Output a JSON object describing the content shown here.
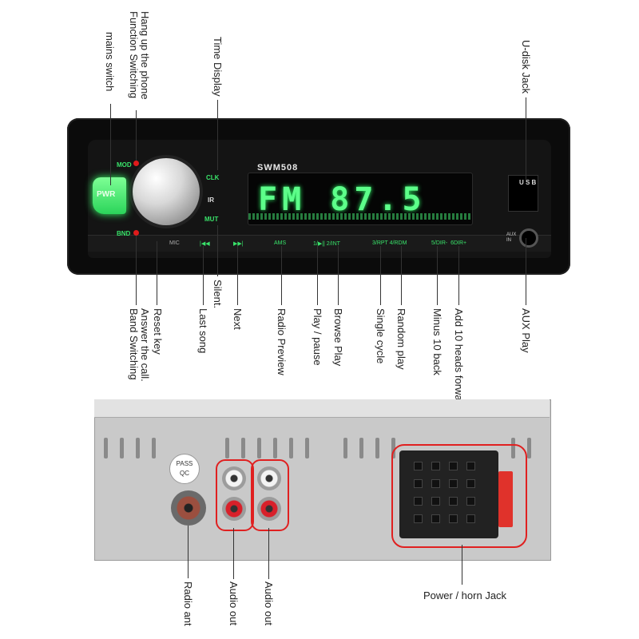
{
  "front": {
    "model": "SWM508",
    "display": "FM 87.5",
    "buttons": {
      "pwr": "PWR",
      "mod": "MOD",
      "bnd": "BND",
      "clk": "CLK",
      "ir": "IR",
      "mut": "MUT",
      "mic": "MIC",
      "ams": "AMS",
      "aux_in": "AUX\nIN",
      "usb": "U\nS\nB"
    },
    "strip": [
      "|◀◀",
      "▶▶|",
      "AMS",
      "1/▶|| 2/INT",
      "3/RPT 4/RDM",
      "5/DIR-  6DIR+"
    ]
  },
  "labels_top": {
    "hang_up": "Hang up the phone\nFunction Switching",
    "mains": "mains switch",
    "time": "Time Display",
    "udisk": "U-disk Jack"
  },
  "labels_bottom": {
    "answer": "Answer the call.\nBand Switching",
    "reset": "Reset key",
    "silent": "Silent.",
    "last": "Last song",
    "next": "Next",
    "radio_preview": "Radio Preview",
    "play_pause": "Play / pause",
    "browse": "Browse Play",
    "single": "Single cycle",
    "random": "Random play",
    "minus10": "Minus 10 back",
    "add10": "Add 10 heads forwa",
    "aux": "AUX Play"
  },
  "rear": {
    "pass": "PASS\nQC",
    "radio_ant": "Radio ant",
    "audio_out_1": "Audio out",
    "audio_out_2": "Audio out",
    "power_jack": "Power / horn Jack"
  },
  "colors": {
    "accent_green": "#39e36a",
    "callout_red": "#e02020"
  }
}
